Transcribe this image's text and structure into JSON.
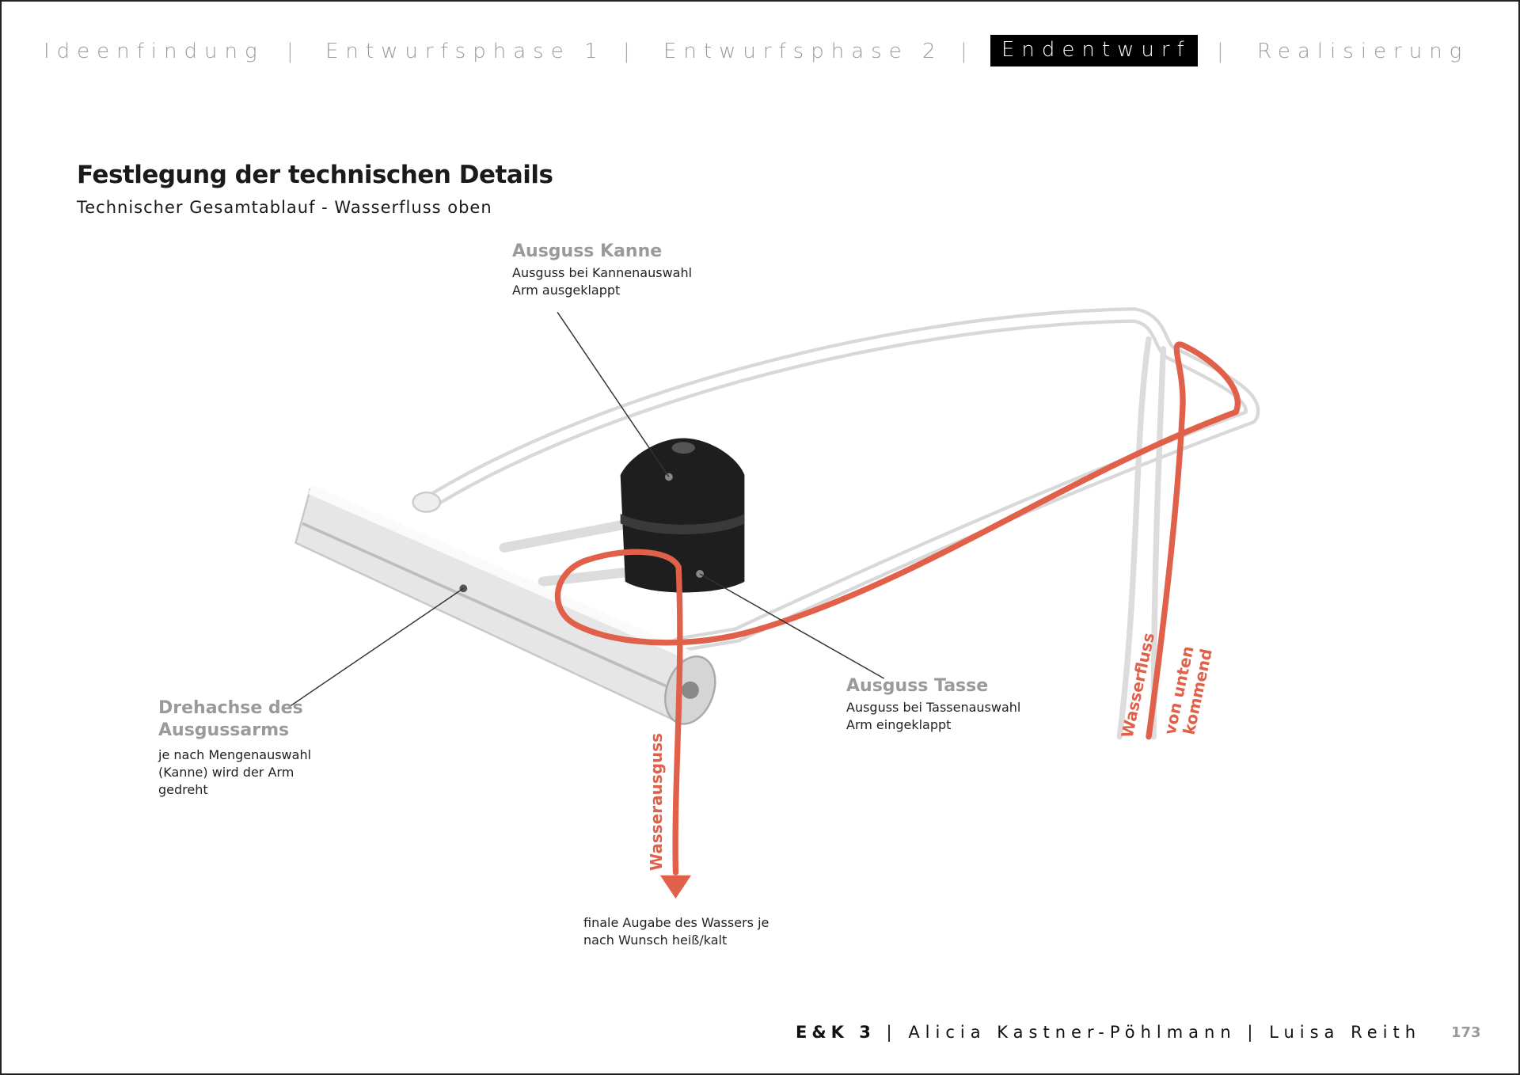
{
  "nav": {
    "items": [
      {
        "label": "Ideenfindung",
        "active": false
      },
      {
        "label": "Entwurfsphase 1",
        "active": false
      },
      {
        "label": "Entwurfsphase 2",
        "active": false
      },
      {
        "label": "Endentwurf",
        "active": true
      },
      {
        "label": "Realisierung",
        "active": false
      }
    ],
    "separator": "|"
  },
  "header": {
    "title": "Festlegung der technischen Details",
    "subtitle": "Technischer Gesamtablauf - Wasserfluss  oben"
  },
  "callouts": {
    "kanne": {
      "title": "Ausguss Kanne",
      "lines": [
        "Ausguss bei Kannenauswahl",
        "Arm ausgeklappt"
      ]
    },
    "drehachse": {
      "title_lines": [
        "Drehachse des",
        "Ausgussarms"
      ],
      "lines": [
        "je nach Mengenauswahl",
        "(Kanne) wird der Arm",
        "gedreht"
      ]
    },
    "tasse": {
      "title": "Ausguss Tasse",
      "lines": [
        "Ausguss bei Tassenauswahl",
        "Arm eingeklappt"
      ]
    },
    "ausgabe": {
      "lines": [
        "finale Augabe des Wassers je",
        "nach Wunsch heiß/kalt"
      ]
    }
  },
  "flow_labels": {
    "outlet": "Wasserausguss",
    "inflow_1": "Wasserfluss",
    "inflow_2": "von unten",
    "inflow_3": "kommend"
  },
  "colors": {
    "flow": "#e0604a",
    "active_tab": "#000000"
  },
  "footer": {
    "course": "E&K 3",
    "author_1": "Alicia Kastner-Pöhlmann",
    "author_2": "Luisa Reith",
    "separator": "|",
    "page_number": "173"
  }
}
